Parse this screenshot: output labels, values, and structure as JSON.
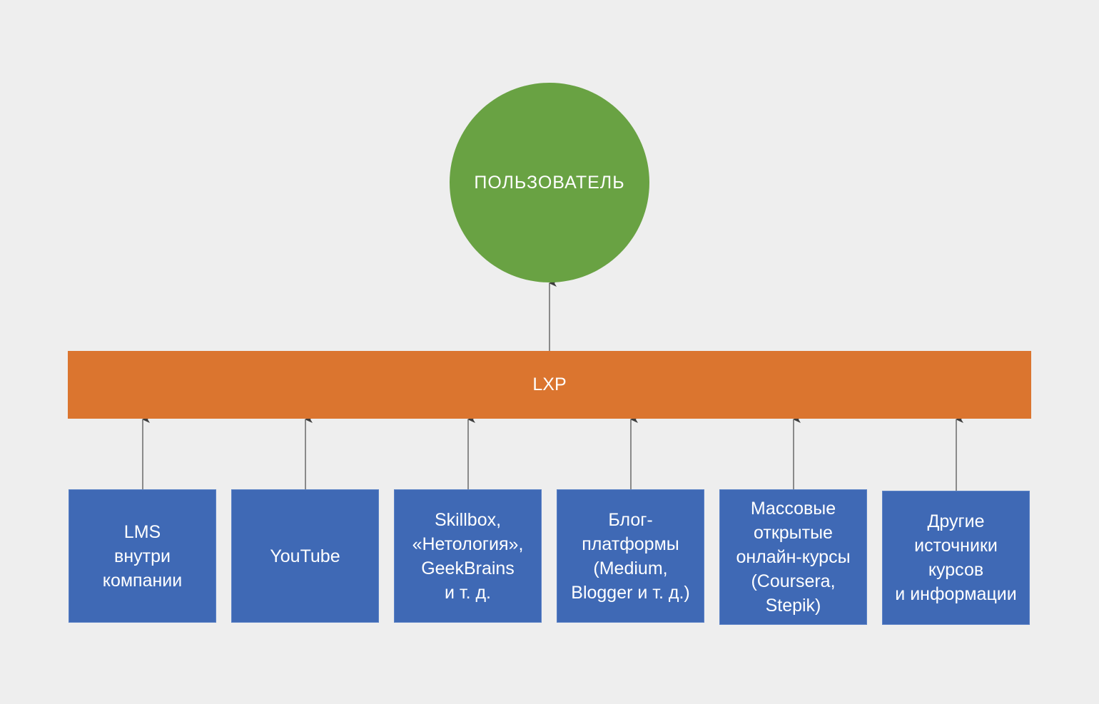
{
  "diagram": {
    "user_node": {
      "label": "ПОЛЬЗОВАТЕЛЬ",
      "color": "#69a243"
    },
    "platform_node": {
      "label": "LXP",
      "color": "#db752f"
    },
    "source_color": "#3f69b5",
    "arrow_color": "#8a8a8a",
    "sources": [
      {
        "label": "LMS\nвнутри\nкомпании"
      },
      {
        "label": "YouTube"
      },
      {
        "label": "Skillbox,\n«Нетология»,\nGeekBrains\nи т. д."
      },
      {
        "label": "Блог-\nплатформы\n(Medium,\nBlogger и т. д.)"
      },
      {
        "label": "Массовые\nоткрытые\nонлайн-курсы\n(Coursera,\nStepik)"
      },
      {
        "label": "Другие\nисточники\nкурсов\nи информации"
      }
    ],
    "edges": [
      {
        "from": "LXP",
        "to": "ПОЛЬЗОВАТЕЛЬ"
      },
      {
        "from": "LMS внутри компании",
        "to": "LXP"
      },
      {
        "from": "YouTube",
        "to": "LXP"
      },
      {
        "from": "Skillbox, «Нетология», GeekBrains и т. д.",
        "to": "LXP"
      },
      {
        "from": "Блог-платформы (Medium, Blogger и т. д.)",
        "to": "LXP"
      },
      {
        "from": "Массовые открытые онлайн-курсы (Coursera, Stepik)",
        "to": "LXP"
      },
      {
        "from": "Другие источники курсов и информации",
        "to": "LXP"
      }
    ]
  }
}
